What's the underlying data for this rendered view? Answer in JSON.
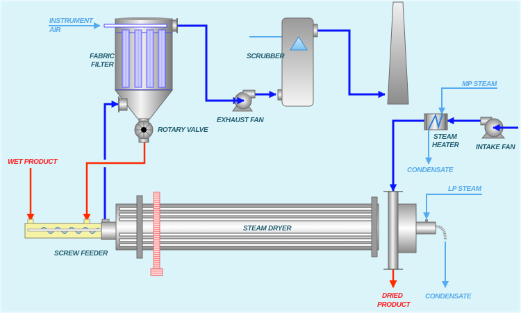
{
  "diagram": {
    "title": "Steam Dryer Process Flow",
    "colors": {
      "background": "#dbf4f9",
      "main_gas_line": "#0a14ff",
      "steam_line": "#55aaf0",
      "product_line": "#ff2a00",
      "label_dark": "#1f5c6e",
      "label_light_blue": "#55a9ea",
      "label_red": "#ff1a1a"
    },
    "equipment": {
      "fabric_filter": [
        "FABRIC",
        "FILTER"
      ],
      "rotary_valve": "ROTARY VALVE",
      "exhaust_fan": "EXHAUST FAN",
      "scrubber": "SCRUBBER",
      "steam_heater": [
        "STEAM",
        "HEATER"
      ],
      "intake_fan": "INTAKE FAN",
      "screw_feeder": "SCREW FEEDER",
      "steam_dryer": "STEAM DRYER",
      "stack": ""
    },
    "streams": {
      "instrument_air": [
        "INSTRUMENT",
        "AIR"
      ],
      "mp_steam": "MP STEAM",
      "condensate_heater": "CONDENSATE",
      "lp_steam": "LP STEAM",
      "condensate_dryer": "CONDENSATE",
      "wet_product": "WET PRODUCT",
      "dried_product": [
        "DRIED",
        "PRODUCT"
      ]
    }
  }
}
